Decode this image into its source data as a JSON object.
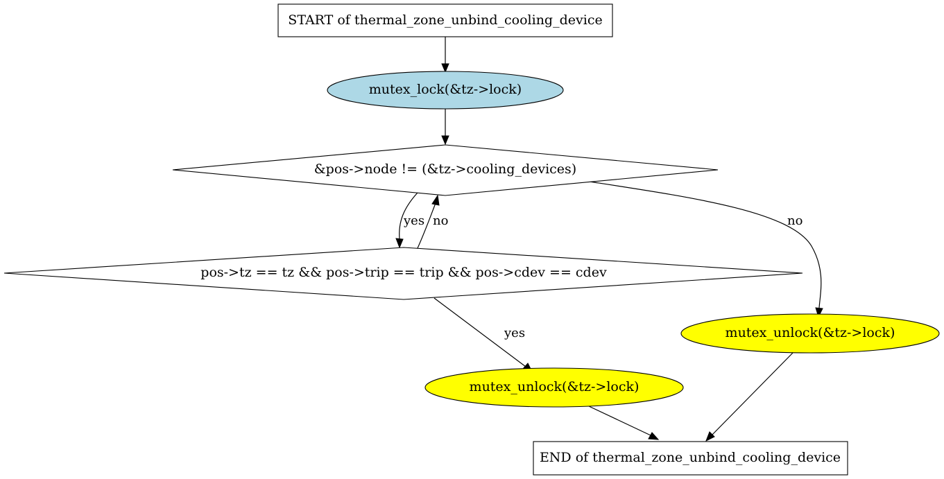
{
  "nodes": {
    "start": {
      "label": "START of thermal_zone_unbind_cooling_device"
    },
    "lock": {
      "label": "mutex_lock(&tz->lock)",
      "fill": "#add8e6"
    },
    "loop_cond": {
      "label": "&pos->node != (&tz->cooling_devices)"
    },
    "match_cond": {
      "label": "pos->tz == tz && pos->trip == trip && pos->cdev == cdev"
    },
    "unlock_right": {
      "label": "mutex_unlock(&tz->lock)",
      "fill": "#ffff00"
    },
    "unlock_mid": {
      "label": "mutex_unlock(&tz->lock)",
      "fill": "#ffff00"
    },
    "end": {
      "label": "END of thermal_zone_unbind_cooling_device"
    }
  },
  "edges": {
    "loop_yes": {
      "label": "yes"
    },
    "match_no": {
      "label": "no"
    },
    "loop_no": {
      "label": "no"
    },
    "match_yes": {
      "label": "yes"
    }
  }
}
